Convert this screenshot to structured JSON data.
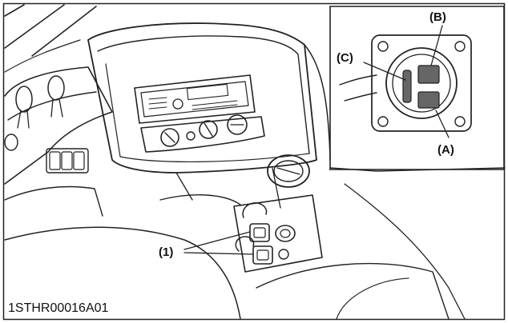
{
  "figure_code": "1STHR00016A01",
  "callouts": {
    "connector_A": "(A)",
    "connector_B": "(B)",
    "connector_C": "(C)",
    "outlets": "(1)"
  }
}
